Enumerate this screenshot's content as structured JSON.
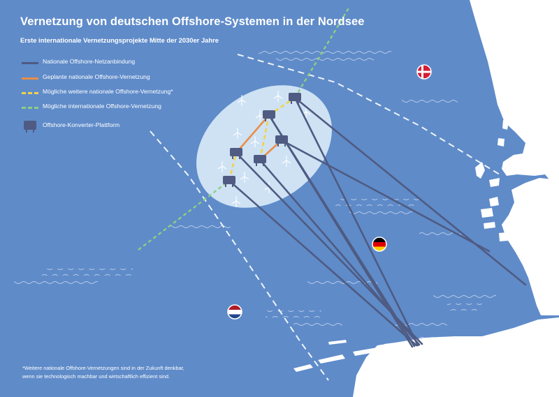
{
  "map": {
    "title": "Vernetzung von deutschen Offshore-Systemen in der Nordsee",
    "subtitle": "Erste internationale Vernetzungsprojekte Mitte der 2030er Jahre",
    "colors": {
      "sea": "#5f8bc9",
      "land": "#ffffff",
      "cluster_area": "#d6e8f7",
      "national_connection": "#4f5b82",
      "planned_national": "#ea8d47",
      "possible_national": "#efd34c",
      "possible_international": "#8cd080",
      "platform": "#4f5b82",
      "eez_boundary": "#ffffff"
    },
    "legend": [
      {
        "label": "Nationale Offshore-Netzanbindung",
        "symbol": "line-solid",
        "color": "#4f5b82"
      },
      {
        "label": "Geplante nationale Offshore-Vernetzung",
        "symbol": "line-solid",
        "color": "#ea8d47"
      },
      {
        "label": "Mögliche weitere nationale Offshore-Vernetzung*",
        "symbol": "line-dashed",
        "color": "#efd34c"
      },
      {
        "label": "Mögliche internationale Offshore-Vernetzung",
        "symbol": "line-dashed",
        "color": "#8cd080"
      },
      {
        "label": "Offshore-Konverter-Plattform",
        "symbol": "platform-icon",
        "color": "#4f5b82"
      }
    ],
    "flags": [
      {
        "country": "Dänemark",
        "icon": "flag-denmark-icon"
      },
      {
        "country": "Deutschland",
        "icon": "flag-germany-icon"
      },
      {
        "country": "Niederlande",
        "icon": "flag-netherlands-icon"
      }
    ],
    "footnote": [
      "*Weitere nationale Offshore-Vernetzungen sind in der Zukunft denkbar,",
      "wenn sie technologisch machbar und wirtschaftlich effizient sind."
    ]
  }
}
